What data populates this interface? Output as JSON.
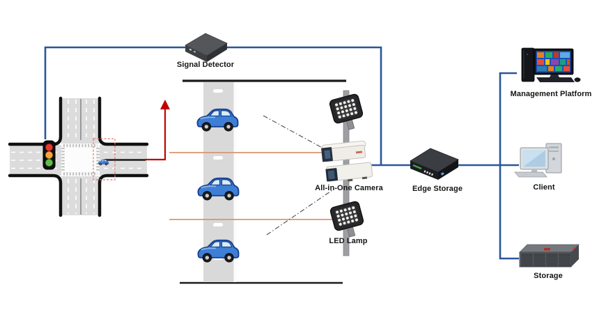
{
  "labels": {
    "signal_detector": "Signal Detector",
    "all_in_one_camera": "All-in-One Camera",
    "edge_storage": "Edge Storage",
    "led_lamp": "LED Lamp",
    "management_platform": "Management Platform",
    "client": "Client",
    "storage": "Storage"
  },
  "colors": {
    "connection": "#2A5699",
    "alarm": "#C00000",
    "detection": "#D9946F",
    "road": "#D9D9D9",
    "line": "#1A1A1A"
  },
  "traffic_light": {
    "lights": [
      "red",
      "yellow",
      "green"
    ]
  },
  "scene": {
    "cars_on_road": 3,
    "cars_at_intersection": 1
  },
  "icons": {
    "signal_detector": "black-box-device-icon",
    "intersection": "crossroad-icon",
    "traffic_light": "traffic-light-icon",
    "vehicle": "blue-car-icon",
    "led_lamp": "floodlight-icon",
    "camera": "dual-cctv-camera-icon",
    "edge_storage": "black-nvr-box-icon",
    "management_platform": "desktop-pc-tiles-icon",
    "client": "desktop-pc-icon",
    "storage": "rack-server-icon"
  }
}
